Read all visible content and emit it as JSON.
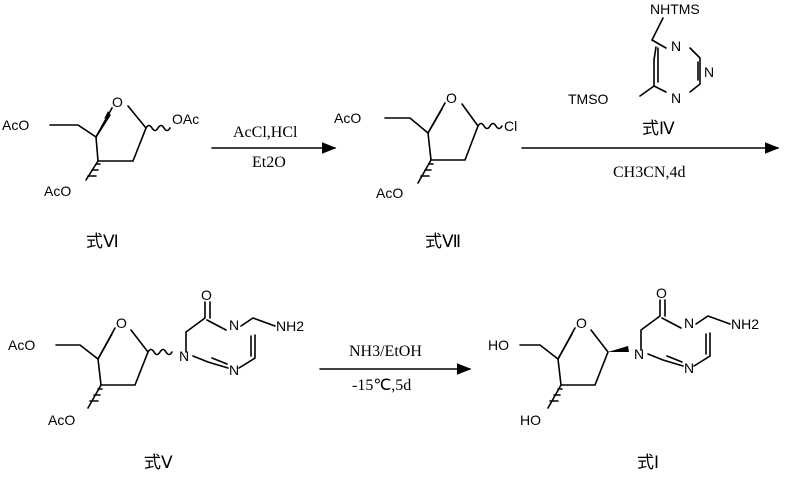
{
  "compounds": {
    "c6": {
      "caption": "式Ⅵ",
      "substituents": {
        "top": "AcO",
        "bottom": "AcO",
        "anomeric": "OAc",
        "ring_o": "O"
      }
    },
    "c7": {
      "caption": "式Ⅶ",
      "substituents": {
        "top": "AcO",
        "bottom": "AcO",
        "anomeric": "Cl",
        "ring_o": "O"
      }
    },
    "c4": {
      "caption": "式Ⅳ",
      "substituents": {
        "amine": "NHTMS",
        "ether": "TMSO",
        "n1": "N",
        "n2": "N",
        "n3": "N"
      }
    },
    "c5": {
      "caption": "式Ⅴ",
      "substituents": {
        "top": "AcO",
        "bottom": "AcO",
        "ring_o": "O",
        "carbonyl": "O",
        "n1": "N",
        "n3": "N",
        "n5": "N",
        "nh2": "NH2"
      }
    },
    "c1": {
      "caption": "式Ⅰ",
      "substituents": {
        "top": "HO",
        "bottom": "HO",
        "ring_o": "O",
        "carbonyl": "O",
        "n1": "N",
        "n3": "N",
        "n5": "N",
        "nh2": "NH2"
      }
    }
  },
  "reactions": {
    "step1": {
      "above": "AcCl,HCl",
      "below": "Et2O"
    },
    "step2": {
      "below": "CH3CN,4d"
    },
    "step3": {
      "above": "NH3/EtOH",
      "below": "-15℃,5d"
    }
  }
}
